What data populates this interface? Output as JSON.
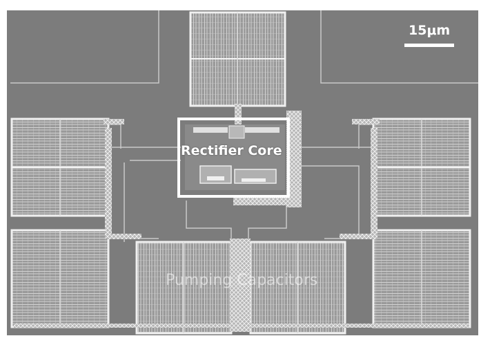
{
  "image": {
    "scale_bar_label": "15μm",
    "core_label": "Rectifier Core",
    "capacitor_label": "Pumping Capacitors",
    "colors": {
      "die_background": "#7c7c7c",
      "metal": "#e6e6e6",
      "metal_fill": "#a8a8a8",
      "highlight_box": "#ffffff"
    }
  }
}
